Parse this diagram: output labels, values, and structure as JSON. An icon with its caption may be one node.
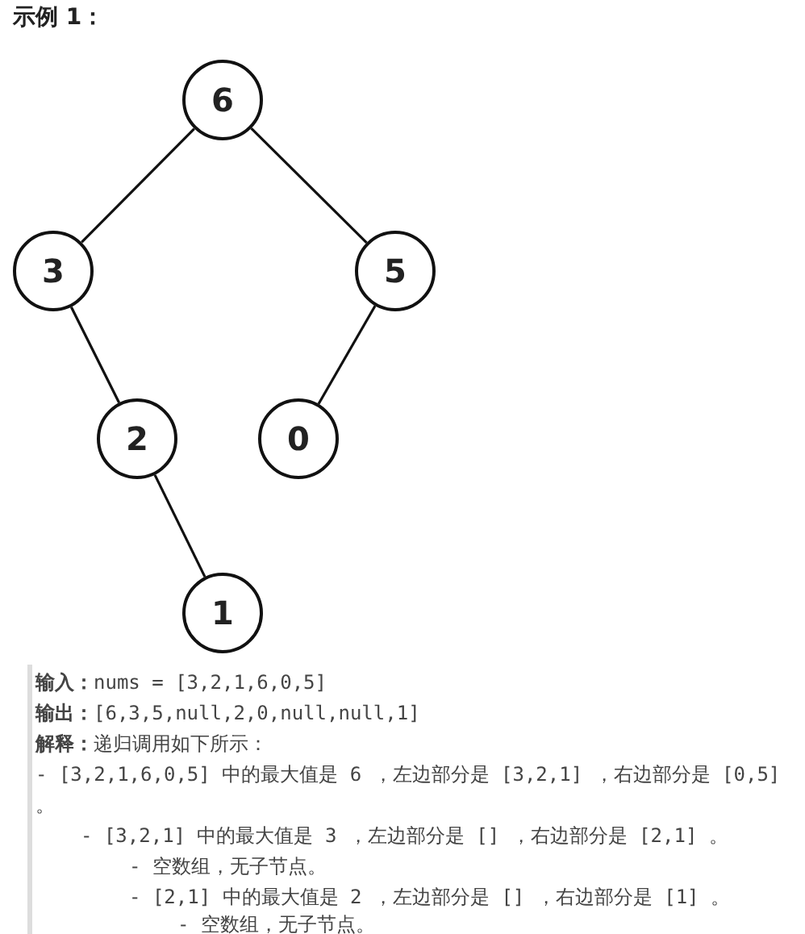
{
  "diagram": {
    "title": "示例 1：",
    "nodes": [
      {
        "text": [
          "6"
        ]
      },
      {
        "text": [
          "3"
        ]
      },
      {
        "text": [
          "5"
        ]
      },
      {
        "text": [
          "2"
        ]
      },
      {
        "text": [
          "0"
        ]
      },
      {
        "text": [
          "1"
        ]
      }
    ],
    "edges": [
      {
        "from": 0,
        "to": 1,
        "arrow": "none"
      },
      {
        "from": 0,
        "to": 2,
        "arrow": "none"
      },
      {
        "from": 1,
        "to": 3,
        "arrow": "none"
      },
      {
        "from": 2,
        "to": 4,
        "arrow": "none"
      },
      {
        "from": 3,
        "to": 5,
        "arrow": "none"
      }
    ],
    "labels": [
      "**输入：**nums = [3,2,1,6,0,5]",
      "**输出：**[6,3,5,null,2,0,null,null,1]",
      "**解释：**递归调用如下所示：",
      "- [3,2,1,6,0,5] 中的最大值是 6 ，左边部分是 [3,2,1] ，右边部分是 [0,5] 。",
      "- [3,2,1] 中的最大值是 3 ，左边部分是 [] ，右边部分是 [2,1] 。",
      "- 空数组，无子节点。",
      "- [2,1] 中的最大值是 2 ，左边部分是 [] ，右边部分是 [1] 。",
      "- 空数组，无子节点。"
    ]
  }
}
